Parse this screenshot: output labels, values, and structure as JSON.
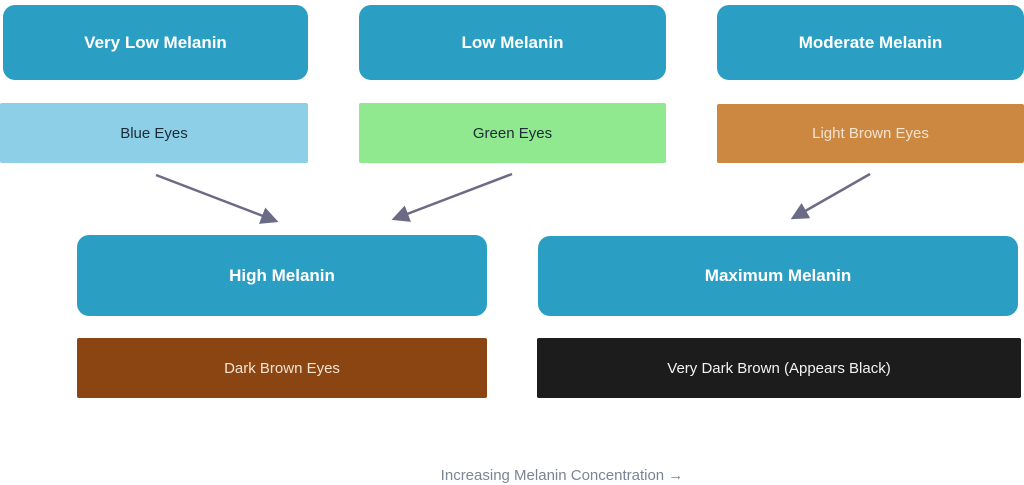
{
  "diagram": {
    "title_visible": false,
    "colors": {
      "background": "#ffffff",
      "melanin_node": "#2b9fc3",
      "melanin_node_text": "#ffffff",
      "arrow": "#6b6b85",
      "caption_text": "#7b8494"
    },
    "top_row": [
      {
        "label": "Very Low Melanin",
        "eye_label": "Blue Eyes",
        "eye_color": "#8ecfe8",
        "eye_text_color": "#1d2b36"
      },
      {
        "label": "Low Melanin",
        "eye_label": "Green Eyes",
        "eye_color": "#90e88f",
        "eye_text_color": "#1d2b36"
      },
      {
        "label": "Moderate Melanin",
        "eye_label": "Light Brown Eyes",
        "eye_color": "#cc8841",
        "eye_text_color": "#f4e3d0"
      }
    ],
    "bottom_row": [
      {
        "label": "High Melanin",
        "eye_label": "Dark Brown Eyes",
        "eye_color": "#8a4513",
        "eye_text_color": "#f4e3d0"
      },
      {
        "label": "Maximum Melanin",
        "eye_label": "Very Dark Brown (Appears Black)",
        "eye_color": "#1c1c1c",
        "eye_text_color": "#f2f2f2"
      }
    ],
    "arrows": [
      {
        "from": "Blue Eyes",
        "to": "High Melanin"
      },
      {
        "from": "Green Eyes",
        "to": "High Melanin"
      },
      {
        "from": "Light Brown Eyes",
        "to": "Maximum Melanin"
      }
    ],
    "caption": "Increasing Melanin Concentration →"
  }
}
